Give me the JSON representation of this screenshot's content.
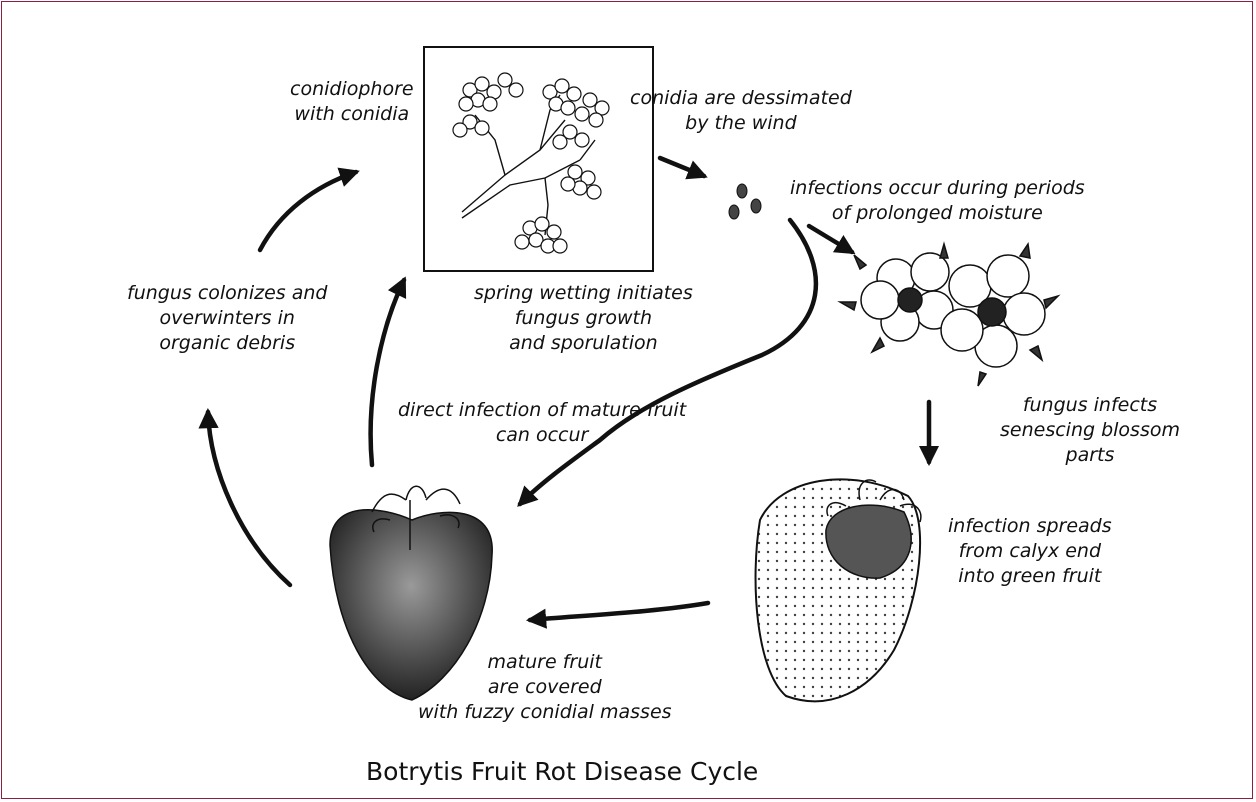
{
  "title": "Botrytis Fruit Rot Disease Cycle",
  "labels": {
    "conidiophore": [
      "conidiophore",
      "with conidia"
    ],
    "dissemination": [
      "conidia are dessimated",
      "by the wind"
    ],
    "infections": [
      "infections occur during periods",
      "of prolonged moisture"
    ],
    "colonizes": [
      "fungus colonizes and",
      "overwinters in",
      "organic debris"
    ],
    "spring": [
      "spring wetting initiates",
      "fungus growth",
      "and sporulation"
    ],
    "direct": [
      "direct infection of mature fruit",
      "can occur"
    ],
    "blossom": [
      "fungus infects",
      "senescing blossom",
      "parts"
    ],
    "spreads": [
      "infection spreads",
      "from calyx end",
      "into green fruit"
    ],
    "mature": [
      "mature fruit",
      "are covered",
      "with fuzzy conidial masses"
    ]
  },
  "colors": {
    "frame": "#8e1e3f",
    "ink": "#111111"
  }
}
